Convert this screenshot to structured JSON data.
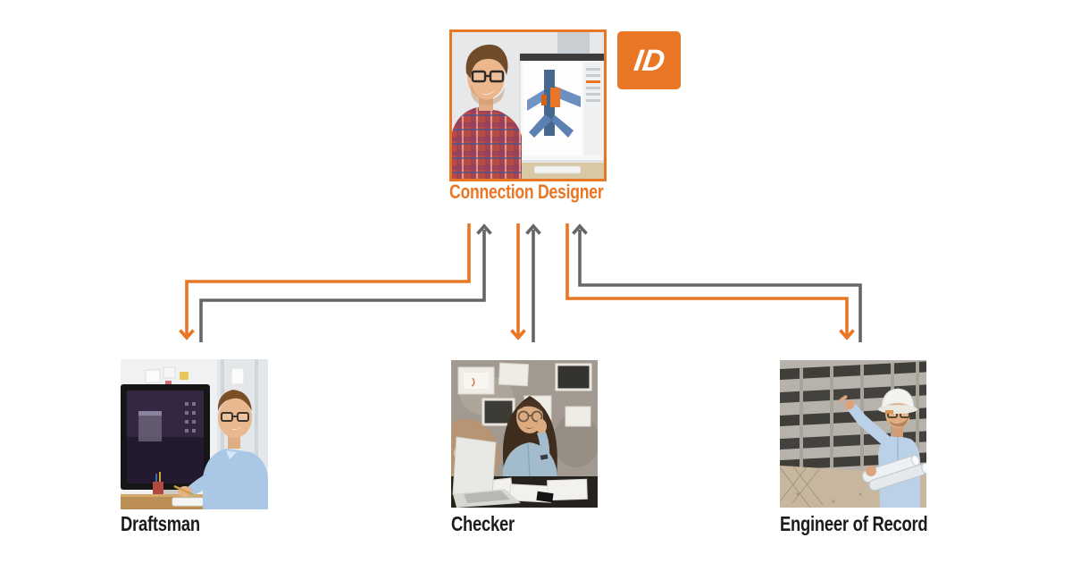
{
  "colors": {
    "accent_orange": "#E87624",
    "arrow_gray": "#666666",
    "label_black": "#1b1b1b"
  },
  "logo": {
    "text": "ID"
  },
  "nodes": {
    "connection_designer": {
      "label": "Connection Designer"
    },
    "draftsman": {
      "label": "Draftsman"
    },
    "checker": {
      "label": "Checker"
    },
    "engineer_of_record": {
      "label": "Engineer of Record"
    }
  },
  "flows": [
    {
      "from": "Connection Designer",
      "to": "Draftsman",
      "color": "#E87624",
      "direction": "down"
    },
    {
      "from": "Draftsman",
      "to": "Connection Designer",
      "color": "#666666",
      "direction": "up"
    },
    {
      "from": "Connection Designer",
      "to": "Checker",
      "color": "#E87624",
      "direction": "down"
    },
    {
      "from": "Checker",
      "to": "Connection Designer",
      "color": "#666666",
      "direction": "up"
    },
    {
      "from": "Connection Designer",
      "to": "Engineer of Record",
      "color": "#E87624",
      "direction": "down"
    },
    {
      "from": "Engineer of Record",
      "to": "Connection Designer",
      "color": "#666666",
      "direction": "up"
    }
  ]
}
